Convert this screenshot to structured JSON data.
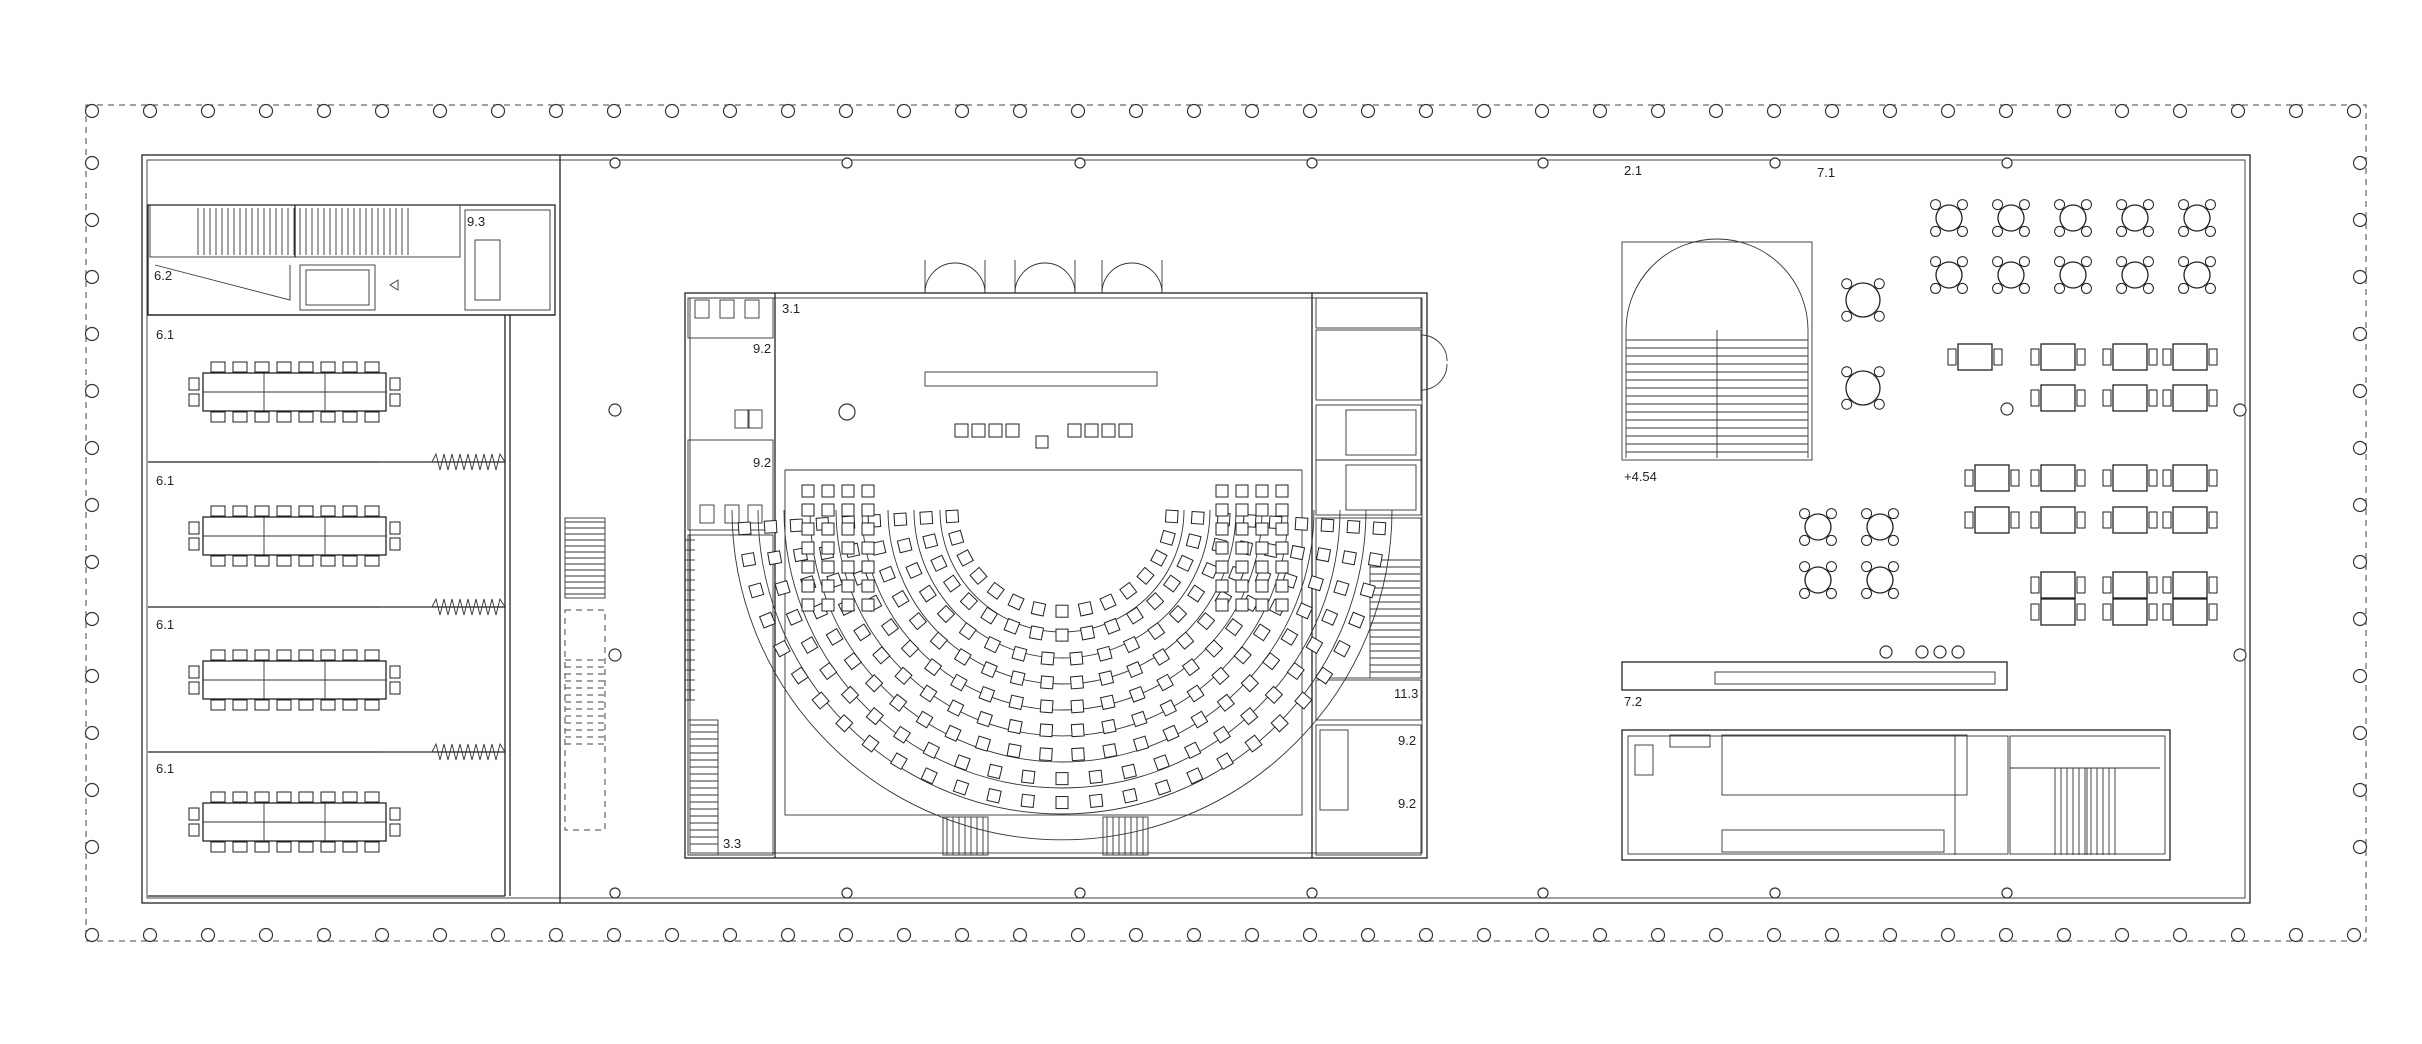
{
  "labels": {
    "r_2_1": "2.1",
    "r_7_1": "7.1",
    "r_9_3": "9.3",
    "r_6_2": "6.2",
    "r_6_1a": "6.1",
    "r_6_1b": "6.1",
    "r_6_1c": "6.1",
    "r_6_1d": "6.1",
    "r_3_1": "3.1",
    "r_9_2a": "9.2",
    "r_9_2b": "9.2",
    "r_9_2c": "9.2",
    "r_9_2d": "9.2",
    "r_3_3": "3.3",
    "r_11_3": "11.3",
    "r_elev": "+4.54",
    "r_7_2": "7.2"
  },
  "colors": {
    "line": "#222222",
    "background": "#ffffff"
  }
}
